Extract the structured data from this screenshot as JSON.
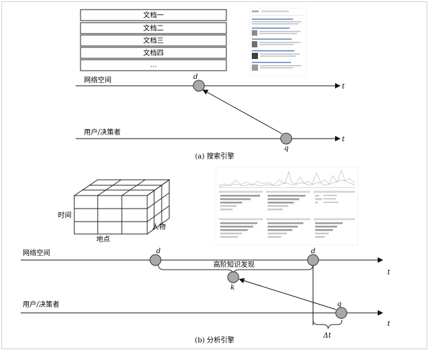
{
  "part_a": {
    "documents": [
      "文档一",
      "文档二",
      "文档三",
      "文档四",
      "…"
    ],
    "cyberspace_label": "网络空间",
    "user_label": "用户/决策者",
    "node_d": "d",
    "node_q": "q",
    "axis_t": "t",
    "caption": "(a) 搜索引擎"
  },
  "part_b": {
    "cube_labels": {
      "time": "时间",
      "location": "地点",
      "person": "人物"
    },
    "cyberspace_label": "网络空间",
    "user_label": "用户/决策者",
    "node_d": "d",
    "node_k": "k",
    "node_q": "q",
    "axis_t": "t",
    "bracket_label": "高阶知识发现",
    "delta_t": "Δt",
    "caption": "(b) 分析引擎"
  },
  "colors": {
    "node_fill": "#a9a9a9",
    "line": "#111111"
  }
}
